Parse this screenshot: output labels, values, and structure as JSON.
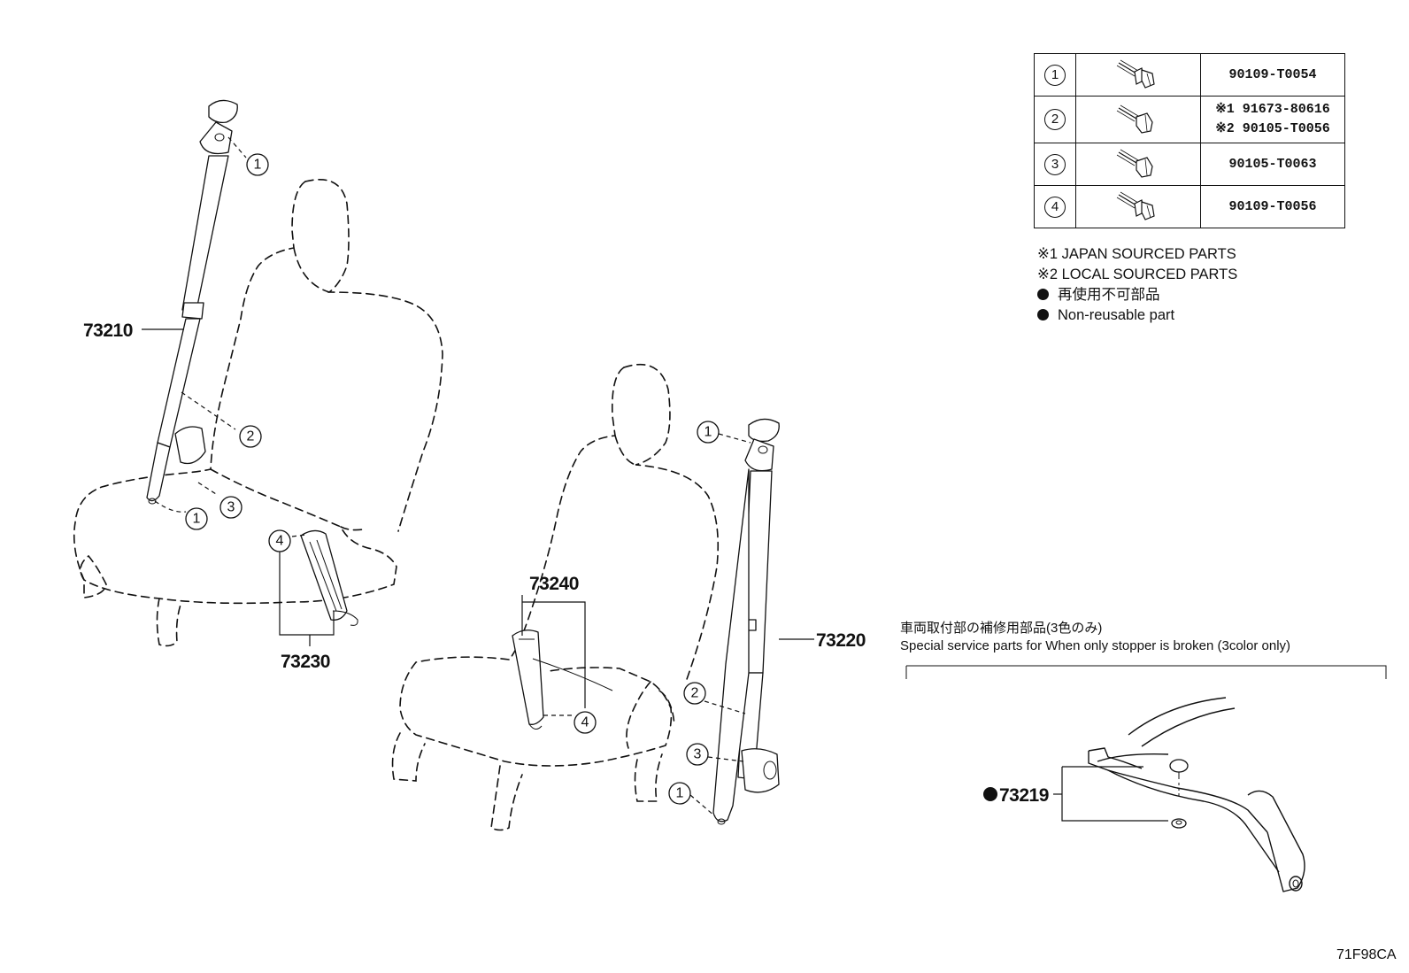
{
  "callouts": {
    "c1": "1",
    "c2": "2",
    "c3": "3",
    "c4": "4"
  },
  "parts": {
    "p73210": "73210",
    "p73230": "73230",
    "p73240": "73240",
    "p73220": "73220",
    "p73219": "73219"
  },
  "fastener_table": {
    "rows": [
      {
        "index": "1",
        "part_numbers": [
          "90109-T0054"
        ]
      },
      {
        "index": "2",
        "part_numbers": [
          "※1 91673-80616",
          "※2 90105-T0056"
        ]
      },
      {
        "index": "3",
        "part_numbers": [
          "90105-T0063"
        ]
      },
      {
        "index": "4",
        "part_numbers": [
          "90109-T0056"
        ]
      }
    ]
  },
  "notes": {
    "japan_sourced": "※1 JAPAN SOURCED PARTS",
    "local_sourced": "※2 LOCAL SOURCED PARTS",
    "non_reusable_jp": "再使用不可部品",
    "non_reusable_en": "Non-reusable part"
  },
  "special_service": {
    "title_jp": "車両取付部の補修用部品(3色のみ)",
    "title_en": "Special service parts for When only stopper is broken (3color only)"
  },
  "drawing_code": "71F98CA"
}
